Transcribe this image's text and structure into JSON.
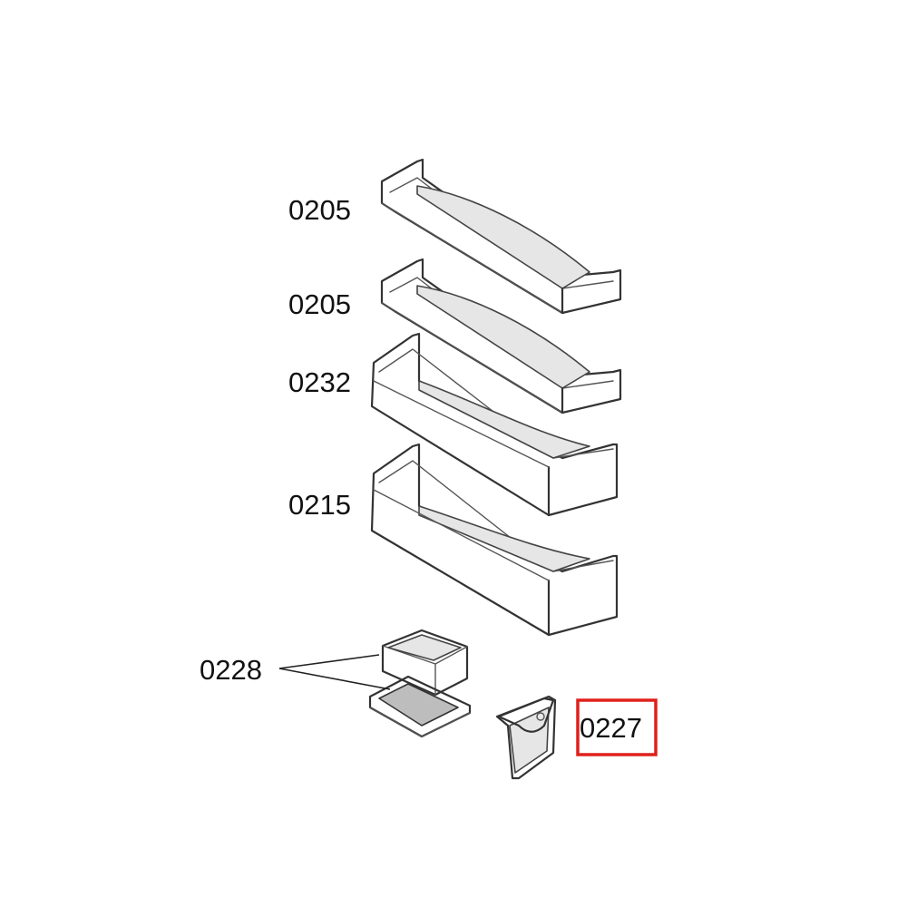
{
  "diagram": {
    "parts": [
      {
        "id": "door-shelf-top",
        "label": "0205"
      },
      {
        "id": "door-shelf-second",
        "label": "0205"
      },
      {
        "id": "bottle-shelf",
        "label": "0232"
      },
      {
        "id": "bottle-shelf-large",
        "label": "0215"
      },
      {
        "id": "butter-compartment",
        "label": "0228"
      },
      {
        "id": "bottle-retainer",
        "label": "0227"
      }
    ],
    "highlight": {
      "part": "bottle-retainer",
      "color": "#e0201b"
    }
  }
}
